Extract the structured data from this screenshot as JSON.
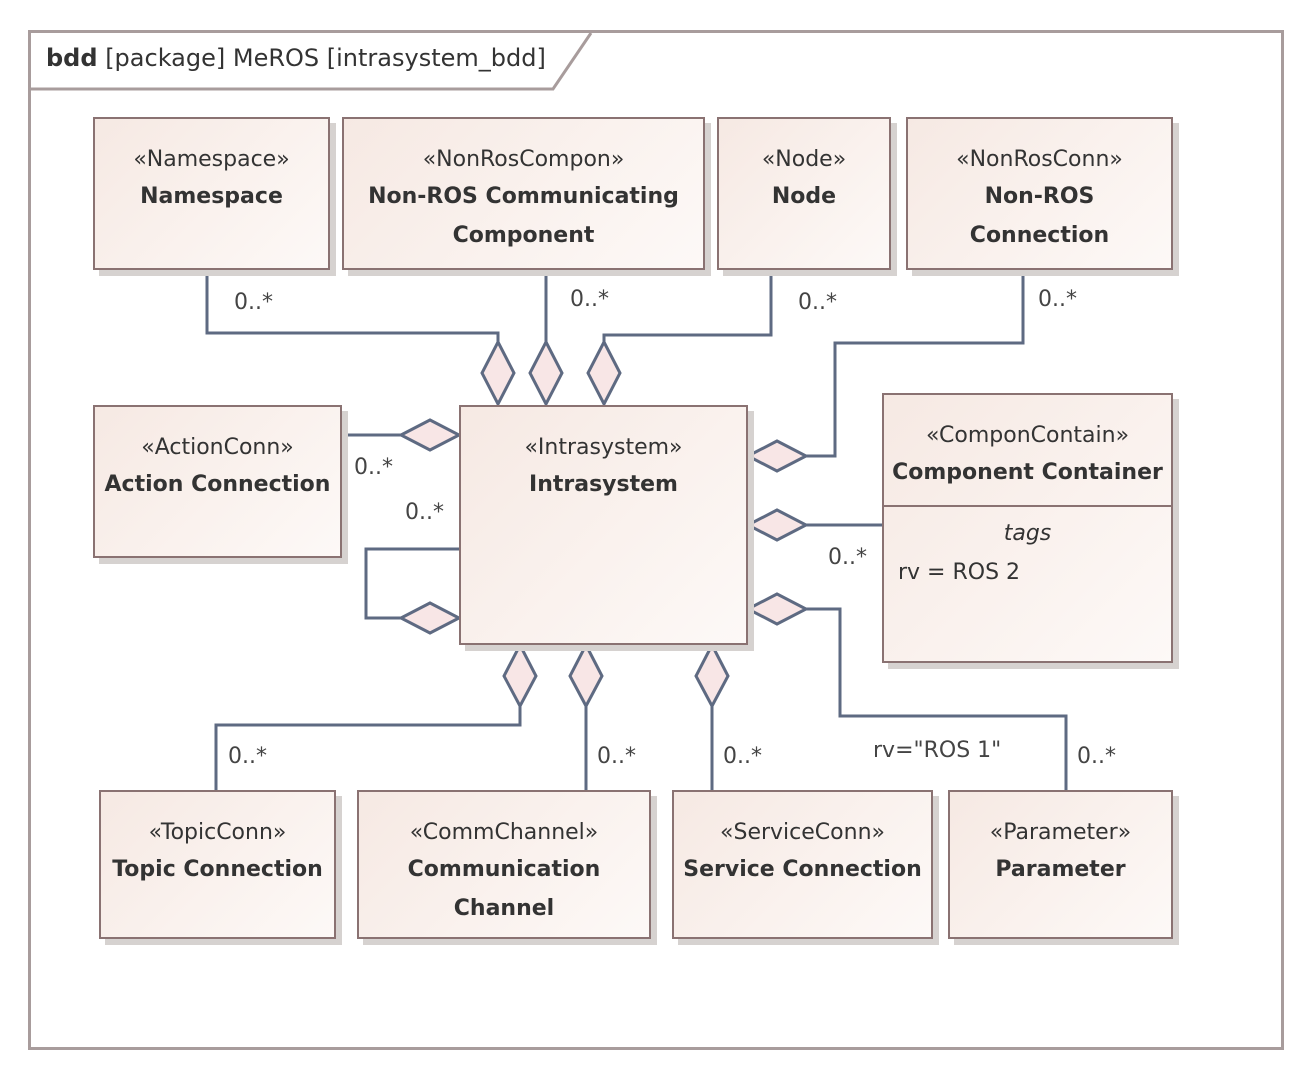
{
  "frame": {
    "kind": "bdd",
    "rest": "[package] MeROS [intrasystem_bdd]"
  },
  "blocks": {
    "namespace": {
      "stereotype": "«Namespace»",
      "name": "Namespace"
    },
    "nonros_comp": {
      "stereotype": "«NonRosCompon»",
      "name": "Non-ROS Communicating\nComponent"
    },
    "node": {
      "stereotype": "«Node»",
      "name": "Node"
    },
    "nonros_conn": {
      "stereotype": "«NonRosConn»",
      "name": "Non-ROS\nConnection"
    },
    "action_conn": {
      "stereotype": "«ActionConn»",
      "name": "Action Connection"
    },
    "intrasystem": {
      "stereotype": "«Intrasystem»",
      "name": "Intrasystem"
    },
    "component_container": {
      "stereotype": "«ComponContain»",
      "name": "Component Container",
      "tags_label": "tags",
      "tag_value": "rv = ROS 2"
    },
    "topic_conn": {
      "stereotype": "«TopicConn»",
      "name": "Topic Connection"
    },
    "comm_channel": {
      "stereotype": "«CommChannel»",
      "name": "Communication\nChannel"
    },
    "service_conn": {
      "stereotype": "«ServiceConn»",
      "name": "Service Connection"
    },
    "parameter": {
      "stereotype": "«Parameter»",
      "name": "Parameter"
    }
  },
  "multiplicities": {
    "namespace": "0..*",
    "nonros_comp": "0..*",
    "node": "0..*",
    "nonros_conn": "0..*",
    "action_conn": "0..*",
    "self": "0..*",
    "component_container": "0..*",
    "topic_conn": "0..*",
    "comm_channel": "0..*",
    "service_conn": "0..*",
    "parameter": "0..*"
  },
  "constraint_label": "rv=\"ROS 1\"",
  "colors": {
    "block_fill_start": "#f6e9e3",
    "block_fill_end": "#fdf9f7",
    "block_border": "#8a7272",
    "connector": "#5e6a82",
    "frame_border": "#a89c9c"
  }
}
